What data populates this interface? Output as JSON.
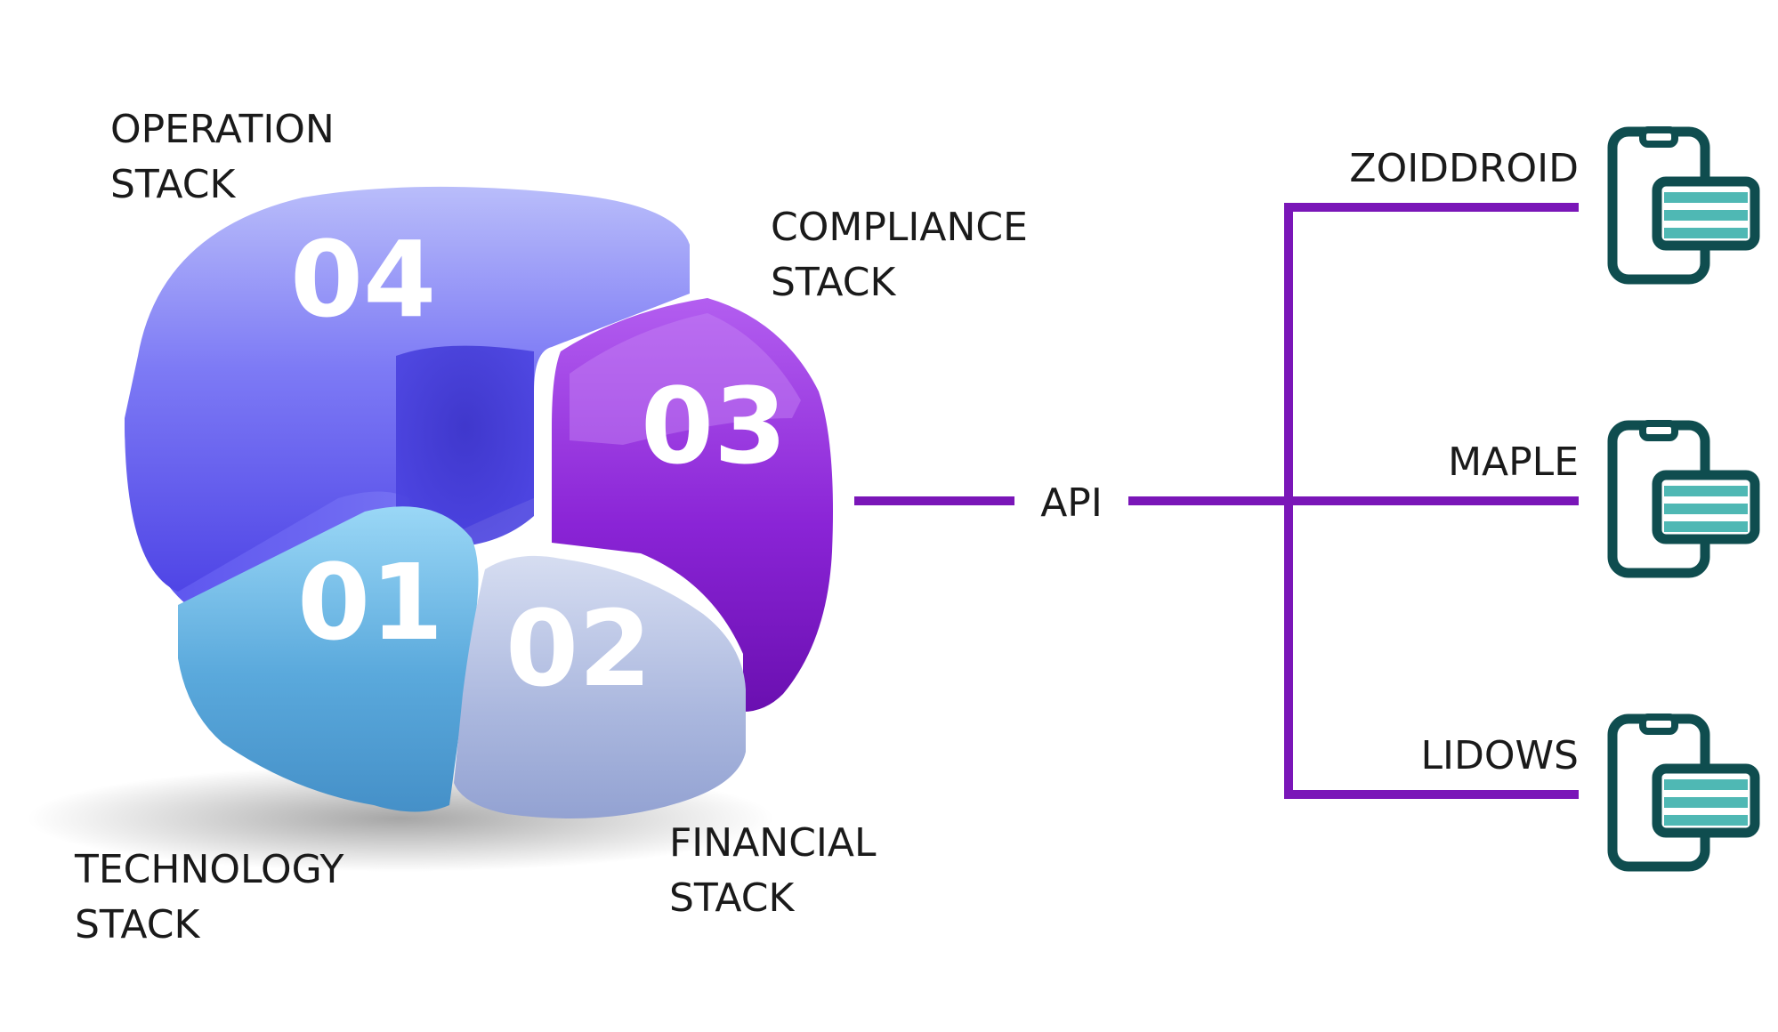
{
  "segments": [
    {
      "number": "01",
      "label_line1": "TECHNOLOGY",
      "label_line2": "STACK"
    },
    {
      "number": "02",
      "label_line1": "FINANCIAL",
      "label_line2": "STACK"
    },
    {
      "number": "03",
      "label_line1": "COMPLIANCE",
      "label_line2": "STACK"
    },
    {
      "number": "04",
      "label_line1": "OPERATION",
      "label_line2": "STACK"
    }
  ],
  "connector": {
    "label": "API"
  },
  "endpoints": [
    {
      "name": "ZOIDDROID",
      "icon": "mobile-payment-icon"
    },
    {
      "name": "MAPLE",
      "icon": "mobile-payment-icon"
    },
    {
      "name": "LIDOWS",
      "icon": "mobile-payment-icon"
    }
  ],
  "colors": {
    "technology": "#5aa9dc",
    "financial": "#a6b4dc",
    "compliance": "#8a1fd0",
    "operation": "#6a5cf2",
    "connector": "#7a16b8",
    "icon": "#0f4d4f",
    "icon_stripe": "#4fb8b4"
  }
}
